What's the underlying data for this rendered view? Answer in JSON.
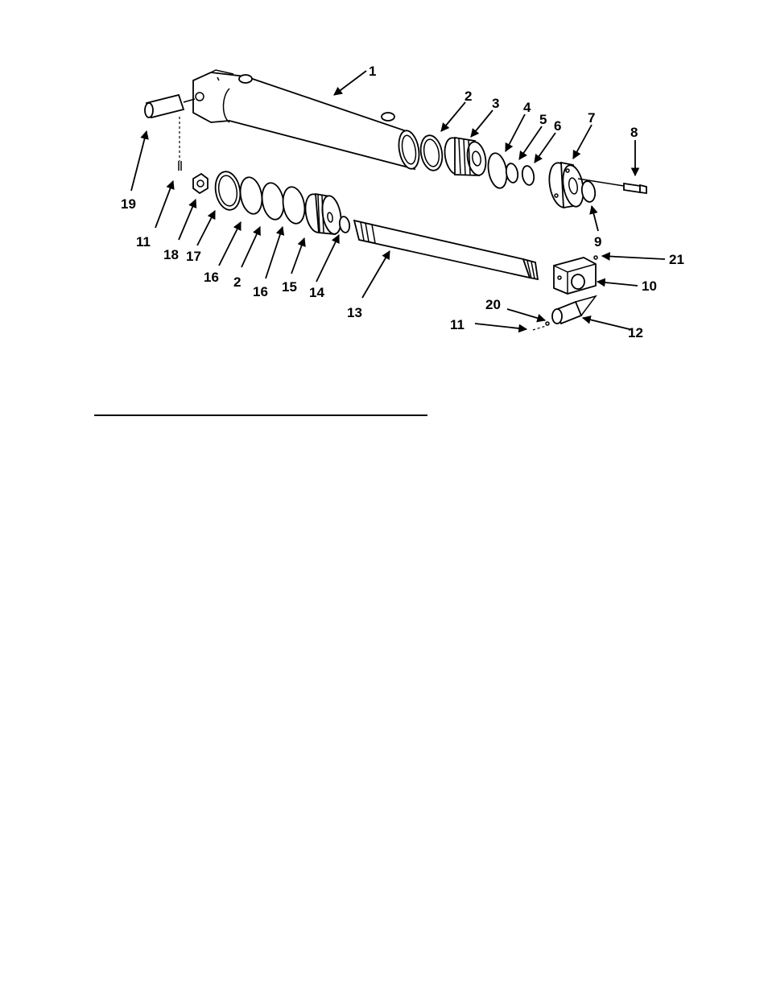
{
  "diagram": {
    "callouts": [
      "1",
      "2",
      "3",
      "4",
      "5",
      "6",
      "7",
      "8",
      "9",
      "10",
      "11",
      "12",
      "13",
      "14",
      "15",
      "16",
      "17",
      "18",
      "19",
      "20",
      "21"
    ],
    "labels": {
      "c1": "1",
      "c2a": "2",
      "c3": "3",
      "c4": "4",
      "c5": "5",
      "c6": "6",
      "c7": "7",
      "c8": "8",
      "c9": "9",
      "c10": "10",
      "c11a": "11",
      "c11b": "11",
      "c12": "12",
      "c13": "13",
      "c14": "14",
      "c15": "15",
      "c16a": "16",
      "c16b": "16",
      "c2b": "2",
      "c17": "17",
      "c18": "18",
      "c19": "19",
      "c20": "20",
      "c21": "21"
    }
  }
}
